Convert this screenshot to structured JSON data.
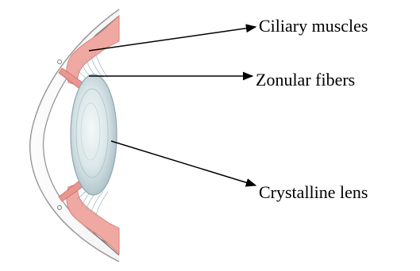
{
  "labels": {
    "ciliary_muscles": "Ciliary muscles",
    "zonular_fibers": "Zonular fibers",
    "crystalline_lens": "Crystalline lens"
  },
  "colors": {
    "background": "#ffffff",
    "outline": "#7a7a7a",
    "sclera_fill": "#f3f3f3",
    "muscle": "#f0a8a3",
    "muscle_dark": "#d98279",
    "lens_light": "#eef4f4",
    "lens_mid": "#c8dadd",
    "lens_edge": "#8fa8b0",
    "arrow": "#000000"
  }
}
